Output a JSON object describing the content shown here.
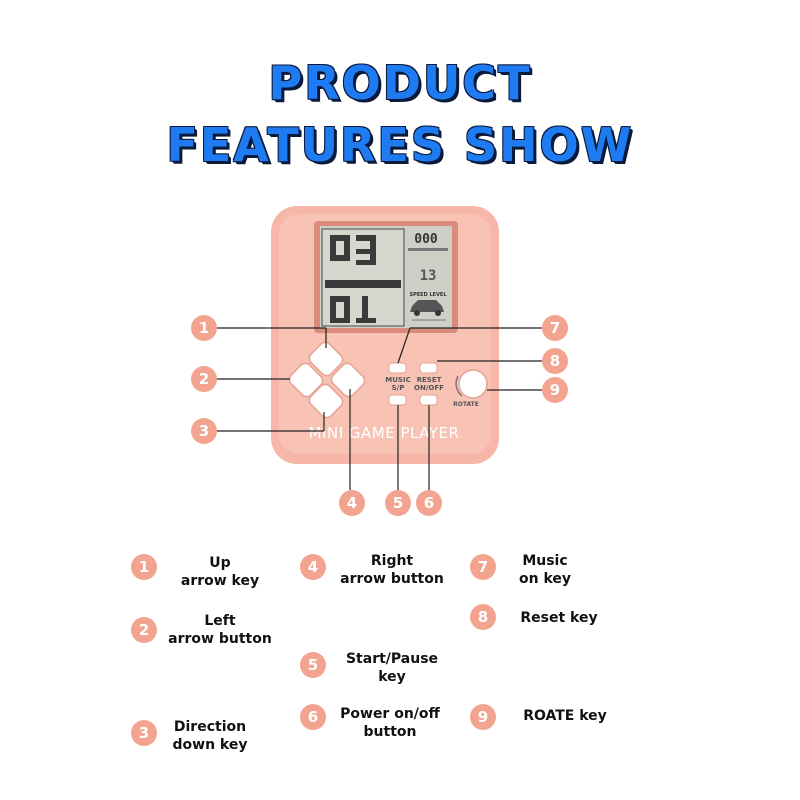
{
  "title": {
    "line1": "PRODUCT",
    "line2": "FEATURES SHOW"
  },
  "device": {
    "brand_text": "MINI GAME PLAYER",
    "music_label": "MUSIC",
    "sp_label": "S/P",
    "reset_label": "RESET",
    "onoff_label": "ON/OFF",
    "rotate_label": "ROTATE",
    "speed_level": "SPEED LEVEL",
    "score": "000",
    "digits_a": "03",
    "digits_b": "01",
    "digits_c": "13"
  },
  "callouts": [
    "1",
    "2",
    "3",
    "4",
    "5",
    "6",
    "7",
    "8",
    "9"
  ],
  "legend": [
    {
      "num": "1",
      "line1": "Up",
      "line2": "arrow key"
    },
    {
      "num": "2",
      "line1": "Left",
      "line2": "arrow button"
    },
    {
      "num": "3",
      "line1": "Direction",
      "line2": "down key"
    },
    {
      "num": "4",
      "line1": "Right",
      "line2": "arrow button"
    },
    {
      "num": "5",
      "line1": "Start/Pause",
      "line2": "key"
    },
    {
      "num": "6",
      "line1": "Power on/off",
      "line2": "button"
    },
    {
      "num": "7",
      "line1": "Music",
      "line2": "on key"
    },
    {
      "num": "8",
      "line1": "Reset key",
      "line2": ""
    },
    {
      "num": "9",
      "line1": "ROATE key",
      "line2": ""
    }
  ],
  "colors": {
    "title": "#1e7bf2",
    "device": "#f6b7a9",
    "badge": "#f3a490"
  }
}
